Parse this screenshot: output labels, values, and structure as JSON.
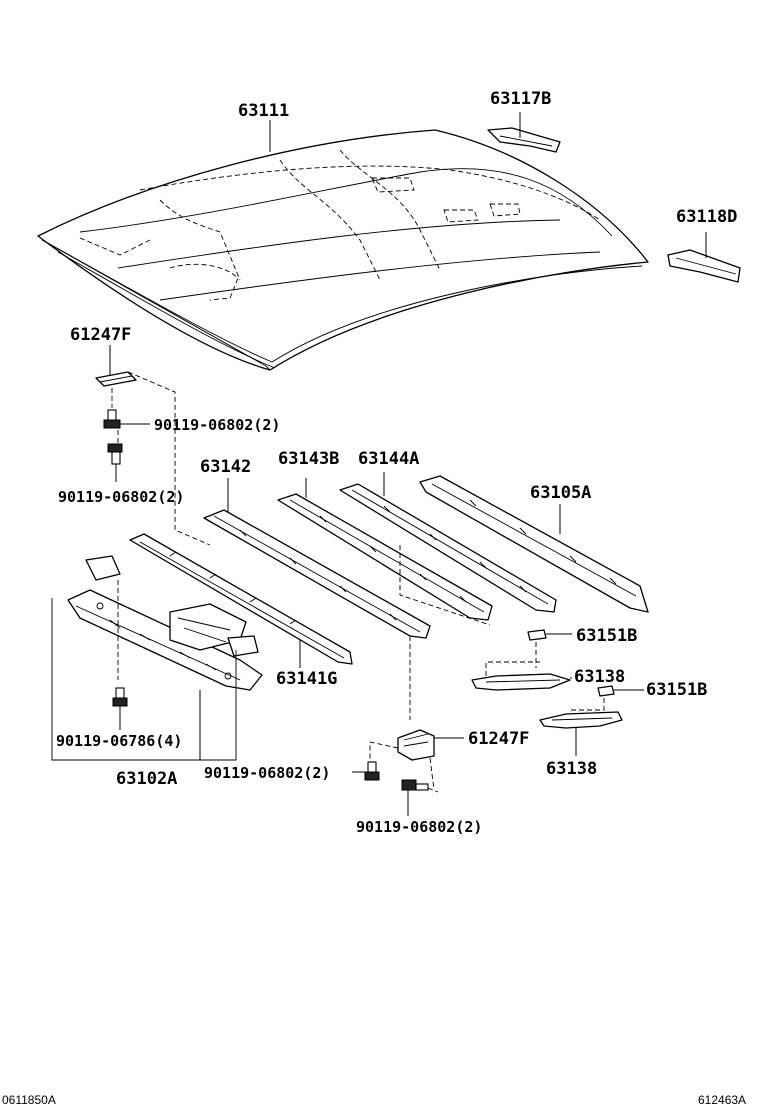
{
  "labels": {
    "roof_panel": "63111",
    "reinforcement_front": "63117B",
    "reinforcement_rear": "63118D",
    "bracket_top": "61247F",
    "bolt_top_a": "90119-06802(2)",
    "bolt_top_b": "90119-06802(2)",
    "bow_a": "63142",
    "bow_b": "63143B",
    "bow_c": "63144A",
    "bow_rear": "63105A",
    "bow_front_small": "63141G",
    "spacer_a": "63151B",
    "spacer_b": "63151B",
    "plate_a": "63138",
    "plate_b": "63138",
    "front_header": "63102A",
    "bolt_header_a": "90119-06786(4)",
    "bolt_header_b": "90119-06802(2)",
    "bracket_bottom": "61247F",
    "bolt_bottom": "90119-06802(2)"
  },
  "footer": {
    "left_code": "0611850A",
    "right_code": "612463A"
  }
}
